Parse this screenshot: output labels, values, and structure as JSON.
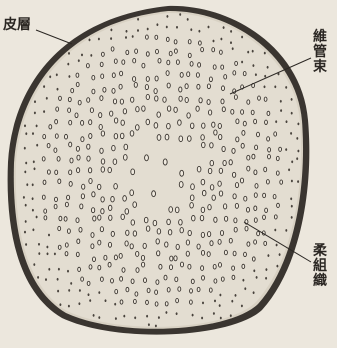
{
  "labels": {
    "cortex": "皮層",
    "vascular_bundle": "維管束",
    "ground_tissue": "柔組織"
  },
  "colors": {
    "paper": "#ece7dd",
    "interior": "#e3ddd1",
    "ink": "#2b2723",
    "rind": "#3a3530"
  }
}
